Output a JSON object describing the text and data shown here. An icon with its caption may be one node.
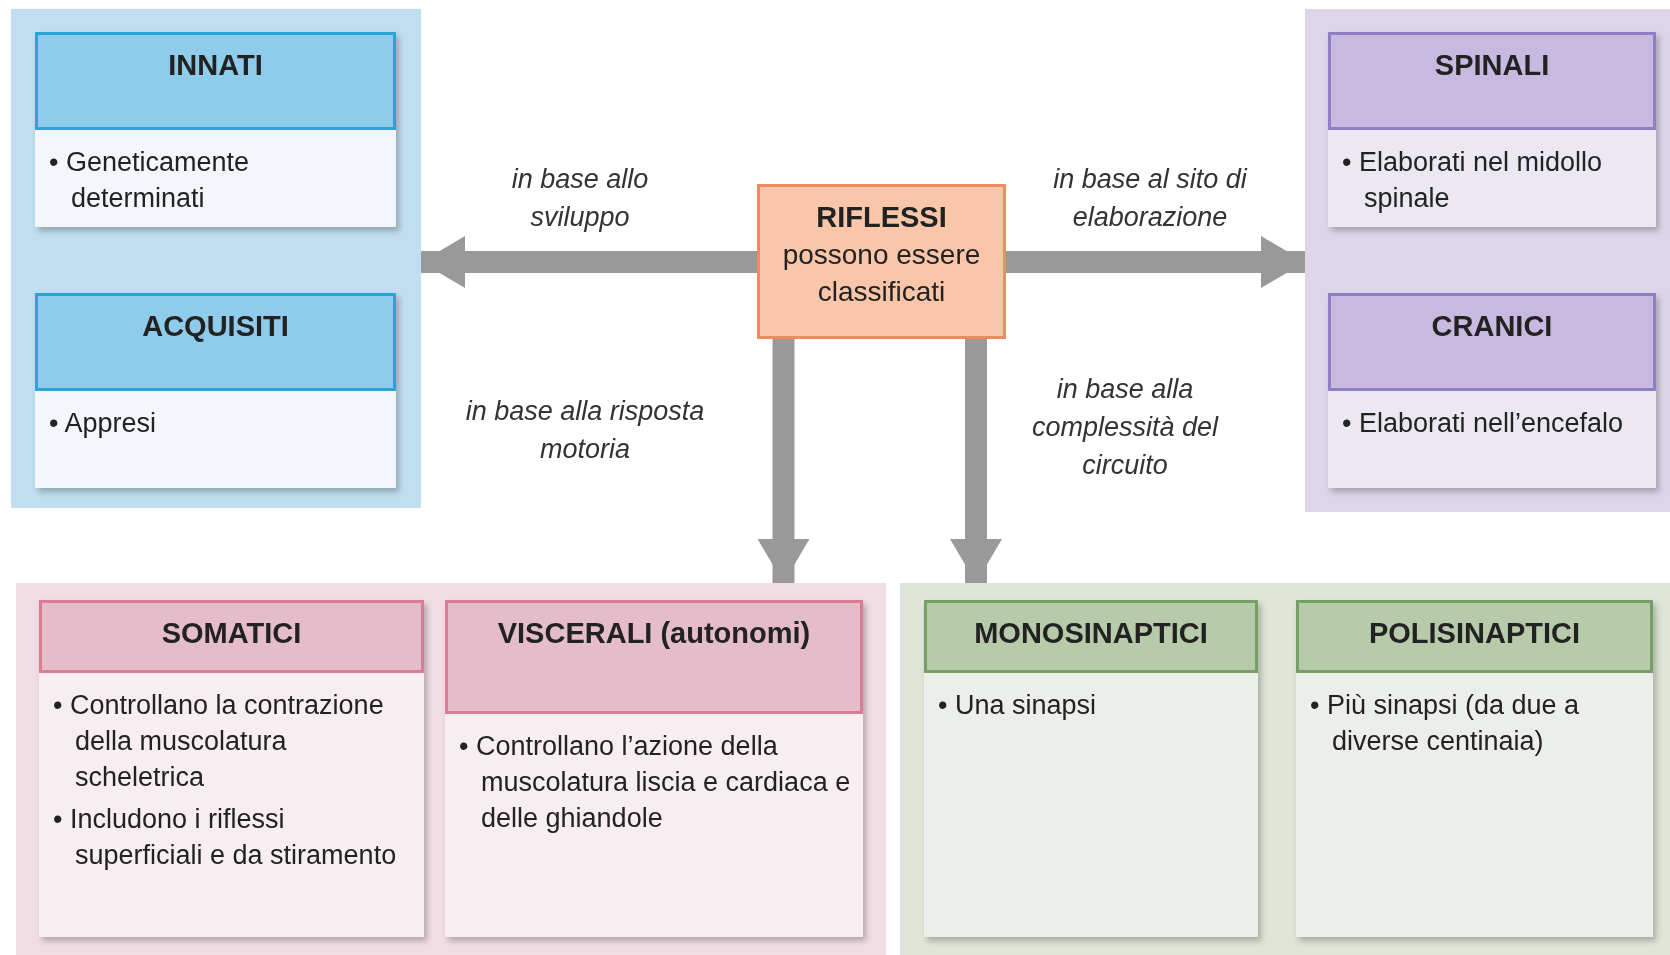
{
  "diagram": {
    "nodes": [
      {
        "text": [],
        "shape": "box"
      },
      {
        "text": [
          "INNATI",
          "• Geneticamente determinati"
        ],
        "in": 0
      },
      {
        "text": [
          "ACQUISITI",
          "• Appresi"
        ],
        "in": 0
      },
      {
        "text": [
          "RIFLESSI",
          "possono essere classificati"
        ]
      },
      {
        "text": [],
        "shape": "box"
      },
      {
        "text": [
          "SPINALI",
          "• Elaborati nel midollo spinale"
        ],
        "in": 4
      },
      {
        "text": [
          "CRANICI",
          "• Elaborati nell’encefalo"
        ],
        "in": 4
      },
      {
        "text": [],
        "shape": "box"
      },
      {
        "text": [
          "SOMATICI",
          "• Controllano la contrazione della muscolatura scheletrica",
          "• Includono i riflessi superficiali e da stiramento"
        ],
        "in": 7
      },
      {
        "text": [
          "VISCERALI (autonomi)",
          "• Controllano l’azione della muscolatura liscia e cardiaca e delle ghiandole"
        ],
        "in": 7
      },
      {
        "text": [],
        "shape": "box"
      },
      {
        "text": [
          "MONOSINAPTICI",
          "• Una sinapsi"
        ],
        "in": 10
      },
      {
        "text": [
          "POLISINAPTICI",
          "• Più sinapsi (da due a diverse centinaia)"
        ],
        "in": 10
      }
    ],
    "edges": [
      {
        "from": 3,
        "to": 0,
        "arrow": "to",
        "label": "in base allo sviluppo"
      },
      {
        "from": 3,
        "to": 4,
        "arrow": "to",
        "label": "in base al sito di elaborazione"
      },
      {
        "from": 3,
        "to": 7,
        "arrow": "to",
        "label": "in base alla risposta motoria"
      },
      {
        "from": 3,
        "to": 10,
        "arrow": "to",
        "label": "in base alla complessità del circuito"
      }
    ]
  }
}
